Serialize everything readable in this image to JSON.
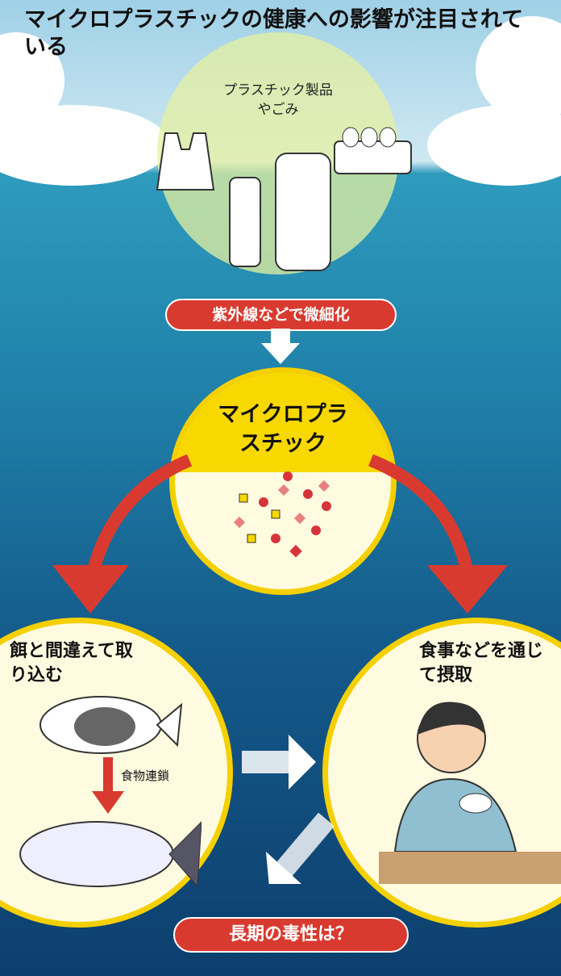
{
  "title": "マイクロプラスチックの健康への影響が注目されている",
  "source_label": "プラスチック製品やごみ",
  "step1_label": "紫外線などで微細化",
  "center_label": "マイクロプラスチック",
  "left_label": "餌と間違えて取り込む",
  "food_chain_label": "食物連鎖",
  "right_label": "食事などを通じて摂取",
  "question_label": "長期の毒性は？",
  "colors": {
    "accent_red": "#d93a30",
    "yellow": "#f7d800",
    "particle_red": "#d6333a",
    "particle_pink": "#e88080"
  }
}
